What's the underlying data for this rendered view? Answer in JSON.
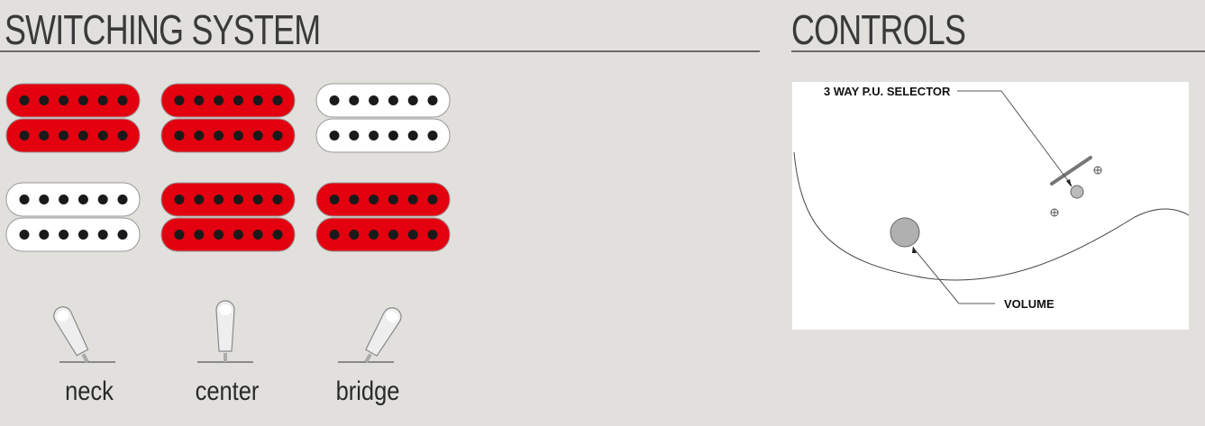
{
  "switching": {
    "title": "SWITCHING SYSTEM",
    "pickup_rows": [
      {
        "pickups_active": [
          true,
          true,
          false
        ]
      },
      {
        "pickups_active": [
          false,
          true,
          true
        ]
      }
    ],
    "switch_positions": [
      {
        "label": "neck",
        "tilt": "left"
      },
      {
        "label": "center",
        "tilt": "up"
      },
      {
        "label": "bridge",
        "tilt": "right"
      }
    ],
    "colors": {
      "active": "#e3000f",
      "inactive": "#ffffff",
      "pole": "#1a1a1a"
    }
  },
  "controls": {
    "title": "CONTROLS",
    "selector_label": "3 WAY P.U. SELECTOR",
    "volume_label": "VOLUME"
  }
}
